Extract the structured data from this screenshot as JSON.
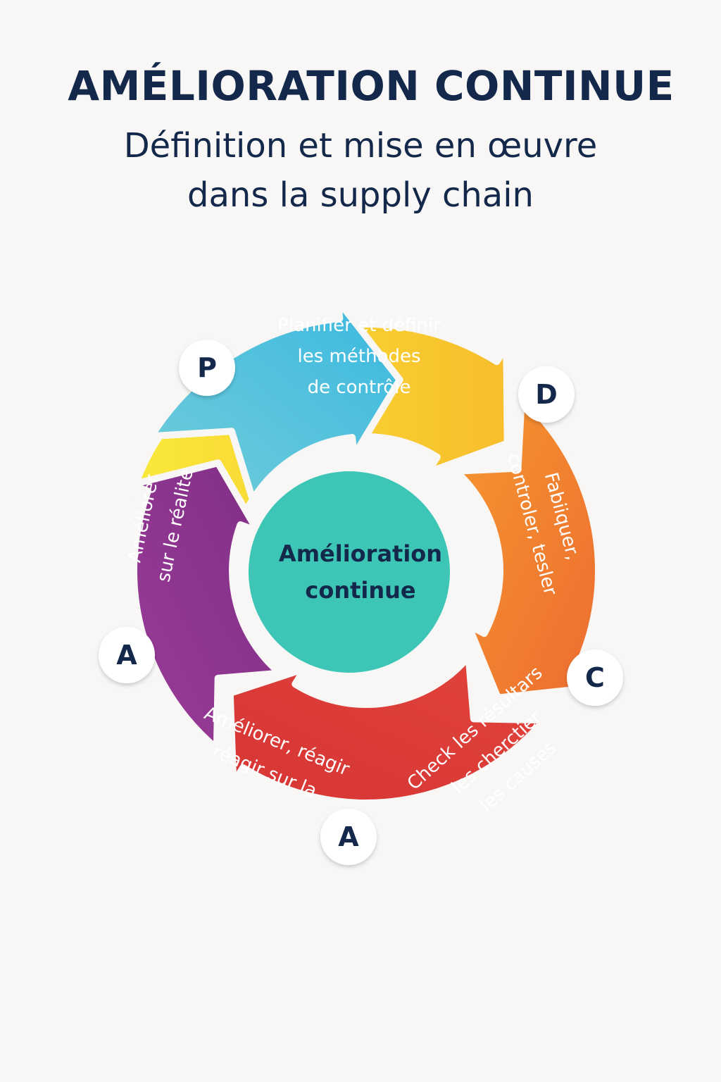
{
  "header": {
    "title": "AMÉLIORATION CONTINUE",
    "subtitle_line1": "Définition et mise en œuvre",
    "subtitle_line2": "dans la supply chain"
  },
  "cycle": {
    "center": {
      "line1": "Amélioration",
      "line2": "continue",
      "color": "#3dc6b6"
    },
    "steps": [
      {
        "letter": "P",
        "lines": [
          "Planifier et définir",
          "les méthodes",
          "de contrôle"
        ],
        "color_start": "#f9e93a",
        "color_end": "#f8bd2c"
      },
      {
        "letter": "D",
        "lines": [
          "Fabiiquer,",
          "controler, tesler"
        ],
        "color_start": "#f6982f",
        "color_end": "#ec6c31"
      },
      {
        "letter": "C",
        "lines": [
          "Check les résultars",
          "les cherctier",
          "les causes"
        ],
        "color_start": "#e1443b",
        "color_end": "#d63535"
      },
      {
        "letter": "A",
        "lines": [
          "Améliorer, réagir",
          "réagir sur la"
        ],
        "color_start": "#9b3c98",
        "color_end": "#7f2e86"
      },
      {
        "letter": "A",
        "lines": [
          "Améliorer",
          "sur le réalite"
        ],
        "color_start": "#3ab8e0",
        "color_end": "#72cdd9"
      }
    ]
  }
}
